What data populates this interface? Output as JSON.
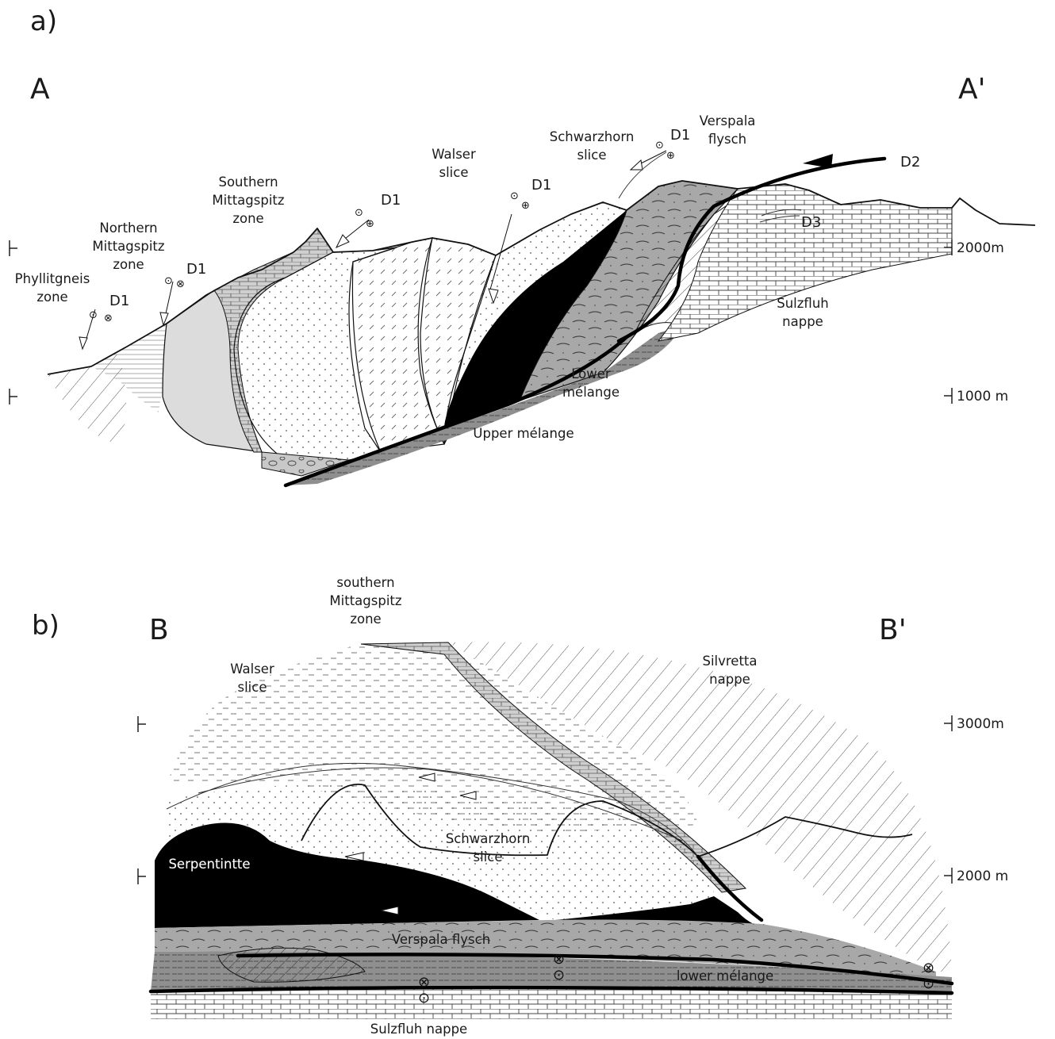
{
  "panel_a": {
    "letter": "a)",
    "end_left": "A",
    "end_right": "A'",
    "units": [
      {
        "id": "phyllitgneis",
        "lines": [
          "Phyllitgneis",
          "zone"
        ]
      },
      {
        "id": "northern-mittagspitz",
        "lines": [
          "Northern",
          "Mittagspitz",
          "zone"
        ]
      },
      {
        "id": "southern-mittagspitz",
        "lines": [
          "Southern",
          "Mittagspitz",
          "zone"
        ]
      },
      {
        "id": "walser",
        "lines": [
          "Walser",
          "slice"
        ]
      },
      {
        "id": "schwarzhorn",
        "lines": [
          "Schwarzhorn",
          "slice"
        ]
      },
      {
        "id": "verspala",
        "lines": [
          "Verspala",
          "flysch"
        ]
      },
      {
        "id": "sulzfluh",
        "lines": [
          "Sulzfluh",
          "nappe"
        ]
      },
      {
        "id": "lower-melange",
        "lines": [
          "Lower",
          "mélange"
        ]
      },
      {
        "id": "upper-melange",
        "lines": [
          "Upper mélange"
        ]
      }
    ],
    "deformation_labels": [
      "D1",
      "D1",
      "D1",
      "D1",
      "D1",
      "D2",
      "D3"
    ],
    "scale": [
      "2000m",
      "1000 m"
    ]
  },
  "panel_b": {
    "letter": "b)",
    "end_left": "B",
    "end_right": "B'",
    "units": [
      {
        "id": "southern-mittagspitz",
        "lines": [
          "southern",
          "Mittagspitz",
          "zone"
        ]
      },
      {
        "id": "walser",
        "lines": [
          "Walser",
          "slice"
        ]
      },
      {
        "id": "silvretta",
        "lines": [
          "Silvretta",
          "nappe"
        ]
      },
      {
        "id": "schwarzhorn",
        "lines": [
          "Schwarzhorn",
          "slice"
        ]
      },
      {
        "id": "sulzfluh",
        "lines": [
          "Sulzfluh nappe"
        ]
      }
    ],
    "inline_labels": {
      "serpentinite": "Serpentintte",
      "verspala": "Verspala flysch",
      "lower_melange": "lower mélange"
    },
    "scale": [
      "3000m",
      "2000 m"
    ]
  },
  "colors": {
    "serpentinite": "#000000",
    "melange": "#9a9a9a",
    "flysch": "#a8a8a8",
    "light_gray": "#dcdcdc"
  }
}
